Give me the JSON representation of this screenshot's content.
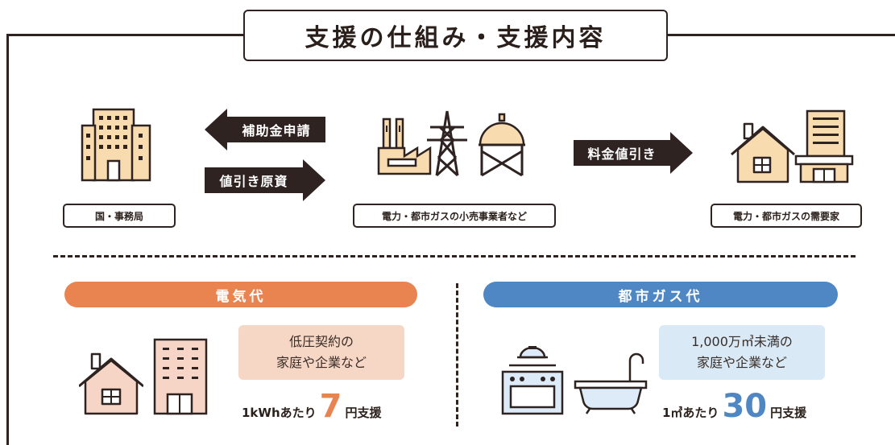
{
  "title": "支援の仕組み・支援内容",
  "top": {
    "gov_label": "国・事務局",
    "retailer_label": "電力・都市ガスの小売事業者など",
    "consumer_label": "電力・都市ガスの需要家",
    "arrow_subsidy": "補助金申請",
    "arrow_funds": "値引き原資",
    "arrow_discount": "料金値引き"
  },
  "electricity": {
    "header": "電気代",
    "note_line1": "低圧契約の",
    "note_line2": "家庭や企業など",
    "unit_prefix": "1kWhあたり",
    "amount": "7",
    "unit_suffix": "円支援"
  },
  "gas": {
    "header": "都市ガス代",
    "note_line1": "1,000万㎥未満の",
    "note_line2": "家庭や企業など",
    "unit_prefix": "1㎥あたり",
    "amount": "30",
    "unit_suffix": "円支援"
  },
  "colors": {
    "dark": "#2e2320",
    "electric": "#e98450",
    "electric_light": "#f6d6c4",
    "gas": "#4f86c4",
    "gas_light": "#d9e9f6",
    "building_fill": "#f8dcb0",
    "house_fill_top": "#f8dcb0",
    "house_fill_bottom": "#f6d4c6",
    "gas_icon_fill": "#dcebf7"
  }
}
